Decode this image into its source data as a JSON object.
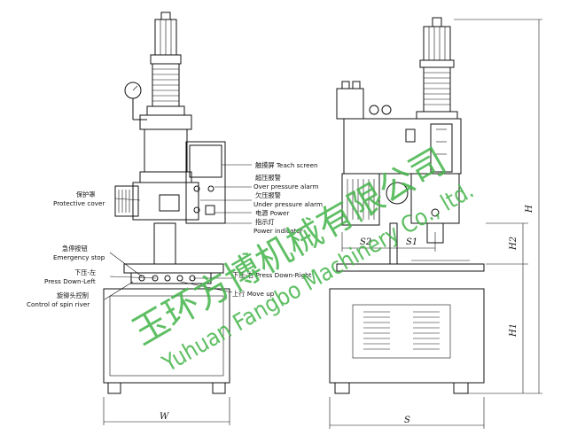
{
  "front_view": {
    "labels": [
      {
        "cn": "触摸屏",
        "en": "Teach screen"
      },
      {
        "cn": "超压报警",
        "en": "Over pressure alarm"
      },
      {
        "cn": "欠压报警",
        "en": "Under pressure alarm"
      },
      {
        "cn": "电源",
        "en": "Power"
      },
      {
        "cn": "指示灯",
        "en": "Power indicator"
      },
      {
        "cn": "保护罩",
        "en": "Protective cover"
      },
      {
        "cn": "急停按钮",
        "en": "Emergency stop"
      },
      {
        "cn": "下压-左",
        "en": "Press Down-Left"
      },
      {
        "cn": "下压-右",
        "en": "Press Down-Right"
      },
      {
        "cn": "上行",
        "en": "Move up"
      },
      {
        "cn": "旋铆头控制",
        "en": "Control of spin river"
      }
    ],
    "dimension_w": "W"
  },
  "side_view": {
    "dimensions": [
      "H",
      "H2",
      "H1",
      "S2",
      "S1",
      "S"
    ]
  },
  "watermark": {
    "chinese": "玉环方博机械有限公司",
    "english": "Yuhuan Fangbo Machinery Co., ltd.",
    "color": "#44b449"
  }
}
